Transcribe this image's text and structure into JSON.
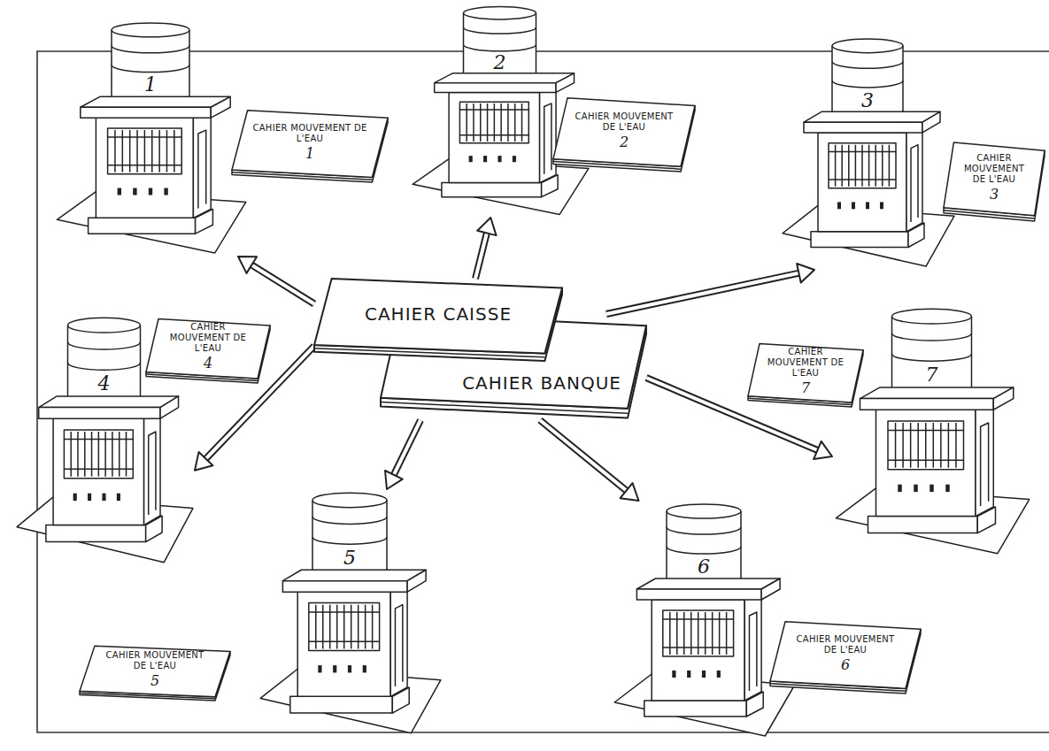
{
  "diagram": {
    "nodes": [
      {
        "text": [
          "1"
        ]
      },
      {
        "text": [
          "CAHIER MOUVEMENT DE L'EAU",
          "1"
        ]
      },
      {
        "text": [
          "2"
        ]
      },
      {
        "text": [
          "CAHIER MOUVEMENT DE L'EAU",
          "2"
        ]
      },
      {
        "text": [
          "3"
        ]
      },
      {
        "text": [
          "CAHIER MOUVEMENT DE L'EAU",
          "3"
        ]
      },
      {
        "text": [
          "CAHIER CAISSE"
        ]
      },
      {
        "text": [
          "CAHIER BANQUE"
        ]
      },
      {
        "text": [
          "CAHIER MOUVEMENT DE L'EAU",
          "4"
        ]
      },
      {
        "text": [
          "4"
        ]
      },
      {
        "text": [
          "CAHIER MOUVEMENT DE L'EAU",
          "7"
        ]
      },
      {
        "text": [
          "7"
        ]
      },
      {
        "text": [
          "5"
        ]
      },
      {
        "text": [
          "CAHIER MOUVEMENT DE L'EAU",
          "5"
        ]
      },
      {
        "text": [
          "6"
        ]
      },
      {
        "text": [
          "CAHIER MOUVEMENT DE L'EAU",
          "6"
        ]
      }
    ],
    "edges": [
      {
        "from": 6,
        "to": 0,
        "arrow": "to"
      },
      {
        "from": 6,
        "to": 2,
        "arrow": "to"
      },
      {
        "from": 6,
        "to": 9,
        "arrow": "to"
      },
      {
        "from": 7,
        "to": 4,
        "arrow": "to"
      },
      {
        "from": 7,
        "to": 11,
        "arrow": "to"
      },
      {
        "from": 7,
        "to": 14,
        "arrow": "to"
      },
      {
        "from": 7,
        "to": 12,
        "arrow": "to"
      }
    ]
  }
}
